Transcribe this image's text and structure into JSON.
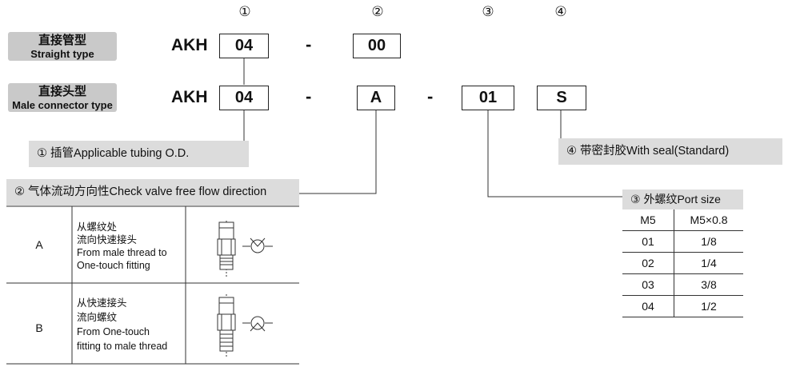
{
  "circled_numbers": [
    "①",
    "②",
    "③",
    "④"
  ],
  "straight": {
    "label_cn": "直接管型",
    "label_en": "Straight type",
    "prefix": "AKH",
    "code1": "04",
    "dash": "-",
    "code2": "00"
  },
  "male": {
    "label_cn": "直接头型",
    "label_en": "Male connector type",
    "prefix": "AKH",
    "code1": "04",
    "dash1": "-",
    "code2": "A",
    "dash2": "-",
    "code3": "01",
    "code4": "S"
  },
  "legend": {
    "tubing": "① 插管Applicable tubing O.D.",
    "seal": "④ 带密封胶With seal(Standard)",
    "flow": "② 气体流动方向性Check valve free flow direction",
    "port_header": "③ 外螺纹Port  size"
  },
  "flow_rows": [
    {
      "code": "A",
      "cn1": "从螺纹处",
      "cn2": "流向快速接头",
      "en1": "From male thread to",
      "en2": "One-touch fitting"
    },
    {
      "code": "B",
      "cn1": "从快速接头",
      "cn2": "流向螺纹",
      "en1": "From One-touch",
      "en2": "fitting to male thread"
    }
  ],
  "port_rows": [
    {
      "code": "M5",
      "size": "M5×0.8"
    },
    {
      "code": "01",
      "size": "1/8"
    },
    {
      "code": "02",
      "size": "1/4"
    },
    {
      "code": "03",
      "size": "3/8"
    },
    {
      "code": "04",
      "size": "1/2"
    }
  ]
}
